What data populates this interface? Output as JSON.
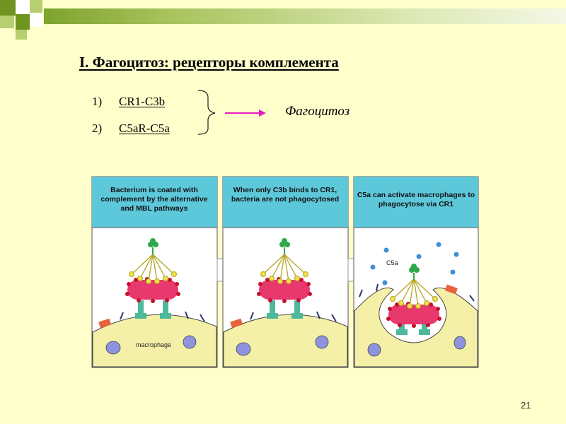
{
  "slide": {
    "title": "I. Фагоцитоз: рецепторы комплемента",
    "page_number": "21"
  },
  "receptors": [
    {
      "num": "1)",
      "label": "CR1-C3b"
    },
    {
      "num": "2)",
      "label": "C5aR-C5a"
    }
  ],
  "result": {
    "label": "Фагоцитоз"
  },
  "figure": {
    "panels": [
      {
        "caption": "Bacterium is coated with complement by the alternative and MBL pathways",
        "cell_label": "macrophage"
      },
      {
        "caption": "When only C3b binds to CR1, bacteria are not phagocytosed"
      },
      {
        "caption": "C5a can activate macrophages to phagocytose via CR1",
        "molecule_label": "C5a"
      }
    ]
  },
  "colors": {
    "header_bg": "#5EC8DB",
    "panel_bg": "#FFFFFF",
    "cell": "#F5F0A8",
    "bacterium": "#E8396E",
    "c3b_dot": "#C8102E",
    "receptor": "#4DB89A",
    "antibody": "#F0E04A",
    "green_knob": "#2FA84A",
    "nucleus": "#8E93DE",
    "c5a": "#3E8FD6",
    "arrow": "#E31BBF"
  }
}
